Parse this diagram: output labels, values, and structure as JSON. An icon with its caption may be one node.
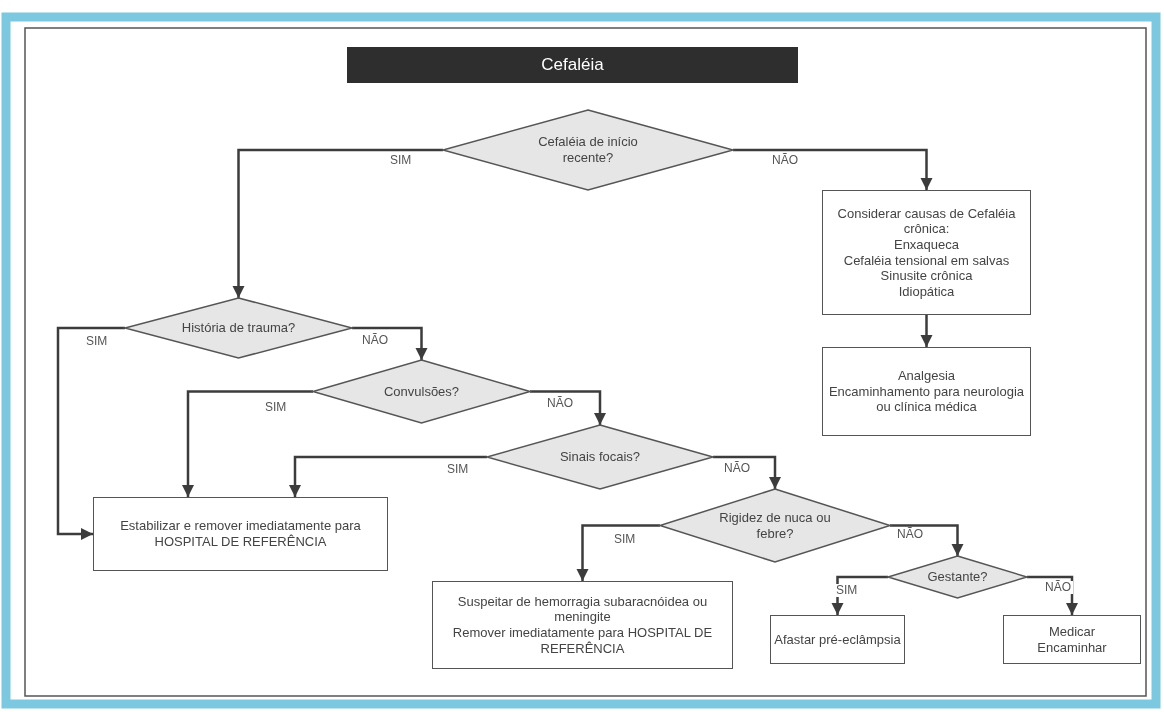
{
  "diagram": {
    "title": "Cefaléia",
    "nodes": [
      {
        "text": [
          "Cefaléia de início recente?"
        ]
      },
      {
        "text": [
          "Considerar causas de Cefaléia crônica:",
          "Enxaqueca",
          "Cefaléia tensional em salvas",
          "Sinusite crônica",
          "Idiopática"
        ]
      },
      {
        "text": [
          "Analgesia",
          "Encaminhamento para neurologia ou clínica médica"
        ]
      },
      {
        "text": [
          "História de trauma?"
        ]
      },
      {
        "text": [
          "Convulsões?"
        ]
      },
      {
        "text": [
          "Sinais focais?"
        ]
      },
      {
        "text": [
          "Estabilizar e remover imediatamente para HOSPITAL DE REFERÊNCIA"
        ]
      },
      {
        "text": [
          "Rigidez de nuca ou febre?"
        ]
      },
      {
        "text": [
          "Gestante?"
        ]
      },
      {
        "text": [
          "Suspeitar de hemorragia subaracnóidea ou meningite",
          "Remover imediatamente para HOSPITAL DE REFERÊNCIA"
        ]
      },
      {
        "text": [
          "Afastar pré-eclâmpsia"
        ]
      },
      {
        "text": [
          "Medicar",
          "Encaminhar"
        ]
      }
    ],
    "edges": [
      {
        "from": 0,
        "to": 3,
        "arrow": "to",
        "label": "SIM"
      },
      {
        "from": 0,
        "to": 1,
        "arrow": "to",
        "label": "NÃO"
      },
      {
        "from": 1,
        "to": 2,
        "arrow": "to"
      },
      {
        "from": 3,
        "to": 6,
        "arrow": "to",
        "label": "SIM"
      },
      {
        "from": 3,
        "to": 4,
        "arrow": "to",
        "label": "NÃO"
      },
      {
        "from": 4,
        "to": 6,
        "arrow": "to",
        "label": "SIM"
      },
      {
        "from": 4,
        "to": 5,
        "arrow": "to",
        "label": "NÃO"
      },
      {
        "from": 5,
        "to": 6,
        "arrow": "to",
        "label": "SIM"
      },
      {
        "from": 5,
        "to": 7,
        "arrow": "to",
        "label": "NÃO"
      },
      {
        "from": 7,
        "to": 9,
        "arrow": "to",
        "label": "SIM"
      },
      {
        "from": 7,
        "to": 8,
        "arrow": "to",
        "label": "NÃO"
      },
      {
        "from": 8,
        "to": 10,
        "arrow": "to",
        "label": "SIM"
      },
      {
        "from": 8,
        "to": 11,
        "arrow": "to",
        "label": "NÃO"
      }
    ]
  }
}
